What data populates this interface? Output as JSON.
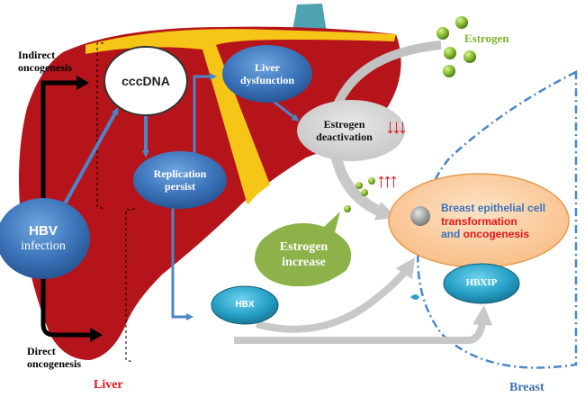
{
  "labels": {
    "indirect_line1": "Indirect",
    "indirect_line2": "oncogenesis",
    "direct_line1": "Direct",
    "direct_line2": "oncogenesis",
    "liver": "Liver",
    "breast": "Breast",
    "estrogen": "Estrogen"
  },
  "nodes": {
    "cccdna": "cccDNA",
    "liver_dysfunction_1": "Liver",
    "liver_dysfunction_2": "dysfunction",
    "estrogen_deactivation_1": "Estrogen",
    "estrogen_deactivation_2": "deactivation",
    "replication_1": "Replication",
    "replication_2": "persist",
    "hbv_1": "HBV",
    "hbv_2": "infection",
    "estrogen_increase_1": "Estrogen",
    "estrogen_increase_2": "increase",
    "hbx": "HBX",
    "hbxip": "HBXIP",
    "breast_cell_1": "Breast epithelial cell",
    "breast_cell_2": "transformation",
    "breast_cell_3a": "and ",
    "breast_cell_3b": "oncogenesis"
  },
  "indicators": {
    "deactivation_arrows": "↓↓↓",
    "increase_arrows": "↑↑↑"
  },
  "colors": {
    "liver_red": "#b5141a",
    "liver_yellow": "#f5c518",
    "gallbladder_teal": "#4fa3b0",
    "node_blue": "#3b74b8",
    "arrow_blue": "#4a86c8",
    "estrogen_green": "#7bb530",
    "liver_label_red": "#e8141a",
    "breast_label_blue": "#3b6fb4",
    "breast_cell_peach": "#fbc9a0",
    "hbx_teal": "#2ea0c4"
  }
}
